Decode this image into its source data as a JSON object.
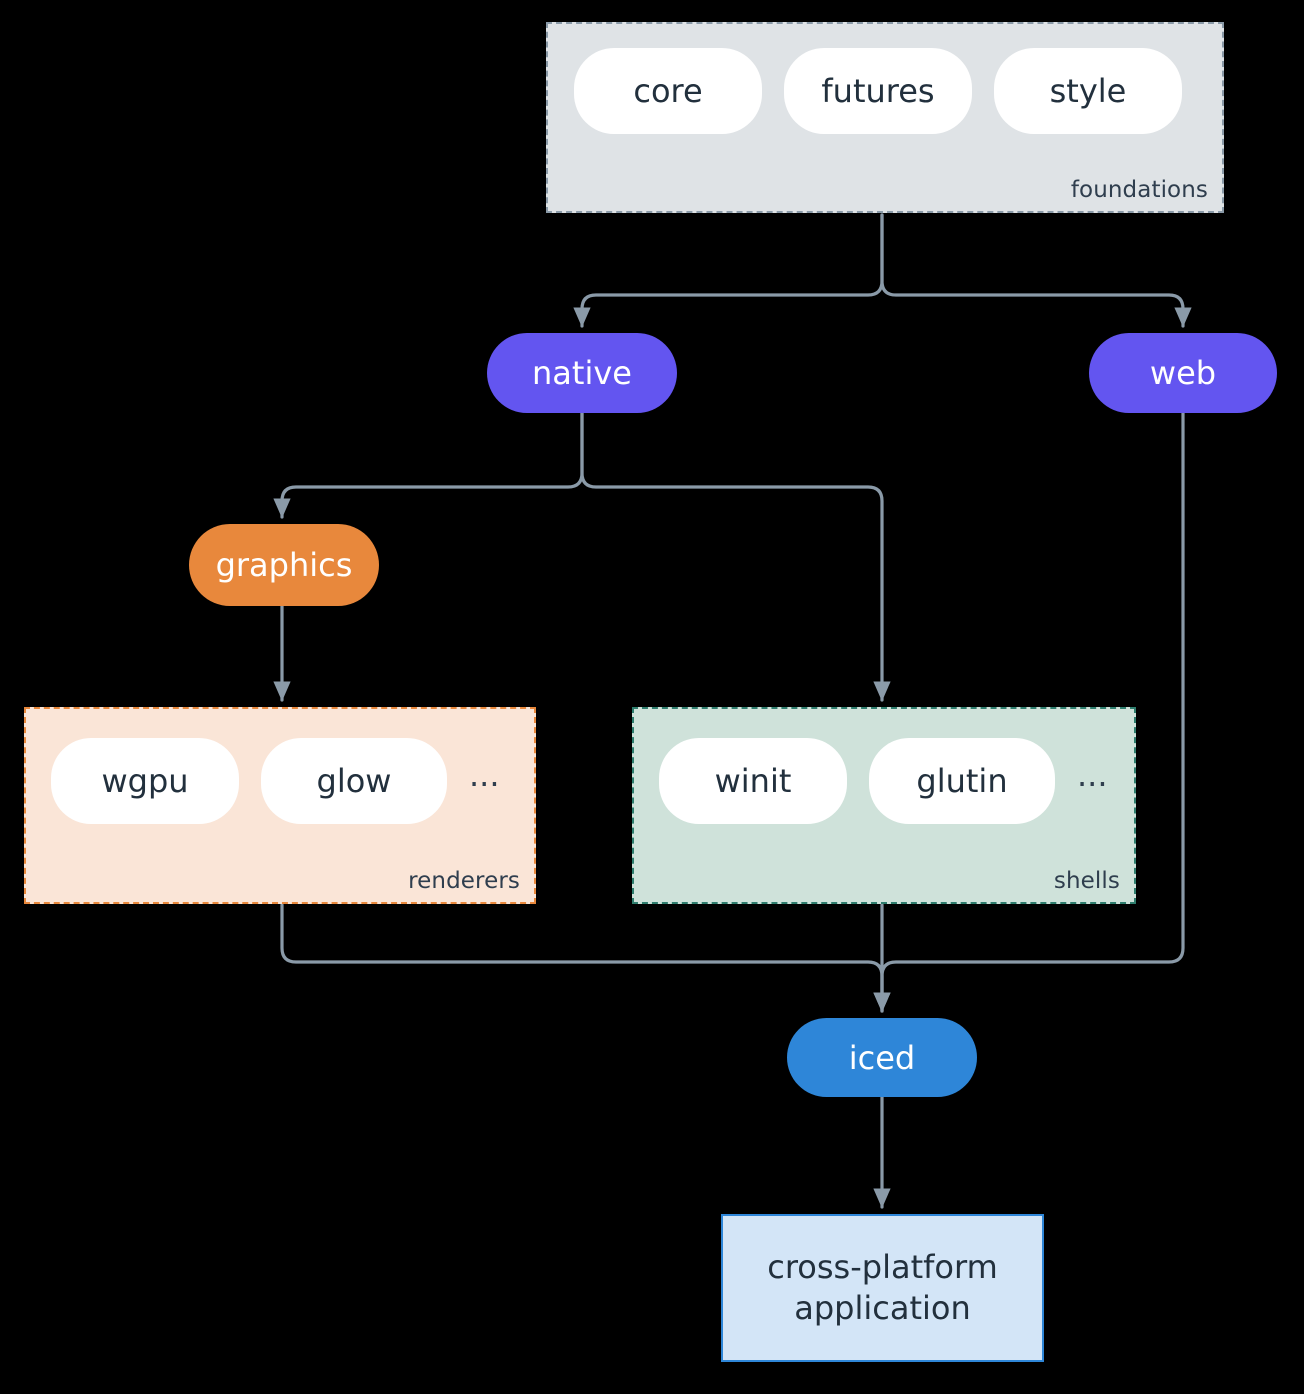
{
  "diagram": {
    "type": "flowchart",
    "direction": "top-down",
    "background_color": "#000000",
    "edge_color": "#8a9aa8"
  },
  "clusters": [
    {
      "id": "foundations",
      "label": "foundations",
      "fill": "#dfe3e6",
      "border": "#8a9aa8",
      "border_style": "dashed",
      "members": [
        "core",
        "futures",
        "style"
      ]
    },
    {
      "id": "renderers",
      "label": "renderers",
      "fill": "#fae5d7",
      "border": "#e8883c",
      "border_style": "dashed",
      "members": [
        "wgpu",
        "glow",
        "..."
      ]
    },
    {
      "id": "shells",
      "label": "shells",
      "fill": "#cfe2da",
      "border": "#2f7e6e",
      "border_style": "dashed",
      "members": [
        "winit",
        "glutin",
        "..."
      ]
    }
  ],
  "chips": {
    "foundations": [
      {
        "label": "core"
      },
      {
        "label": "futures"
      },
      {
        "label": "style"
      }
    ],
    "renderers": [
      {
        "label": "wgpu"
      },
      {
        "label": "glow"
      }
    ],
    "shells": [
      {
        "label": "winit"
      },
      {
        "label": "glutin"
      }
    ],
    "ellipsis": "..."
  },
  "nodes": {
    "native": {
      "label": "native",
      "fill": "#6355f0",
      "text": "#ffffff",
      "shape": "stadium"
    },
    "web": {
      "label": "web",
      "fill": "#6355f0",
      "text": "#ffffff",
      "shape": "stadium"
    },
    "graphics": {
      "label": "graphics",
      "fill": "#e8883c",
      "text": "#ffffff",
      "shape": "stadium"
    },
    "iced": {
      "label": "iced",
      "fill": "#2e86d8",
      "text": "#ffffff",
      "shape": "stadium"
    },
    "application": {
      "label_line1": "cross-platform",
      "label_line2": "application",
      "fill": "#d3e5f7",
      "border": "#2e86d8",
      "text": "#22303d",
      "shape": "rect"
    }
  },
  "edges": [
    {
      "from": "foundations",
      "to": "native"
    },
    {
      "from": "foundations",
      "to": "web"
    },
    {
      "from": "native",
      "to": "graphics"
    },
    {
      "from": "native",
      "to": "shells"
    },
    {
      "from": "graphics",
      "to": "renderers"
    },
    {
      "from": "renderers",
      "to": "iced"
    },
    {
      "from": "shells",
      "to": "iced"
    },
    {
      "from": "web",
      "to": "iced"
    },
    {
      "from": "iced",
      "to": "application"
    }
  ]
}
